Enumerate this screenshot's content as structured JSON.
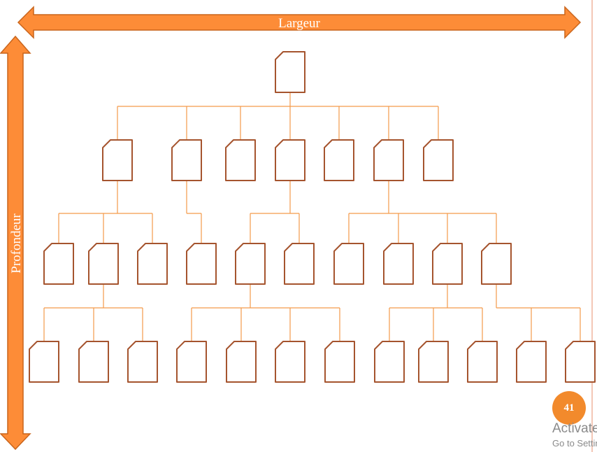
{
  "slide": {
    "width_label": "Largeur",
    "depth_label": "Profondeur",
    "page_number": "41"
  },
  "watermark": {
    "line1": "Activate",
    "line2": "Go to Settings"
  },
  "colors": {
    "accent": "#f28a2c",
    "arrow_fill": "#fd8c37",
    "arrow_stroke": "#c9651c",
    "connector": "#f39a4a",
    "document_stroke": "#a5542e",
    "rule": "#f3c7b6",
    "watermark": "#8a8a8a"
  },
  "diagram": {
    "type": "tree",
    "node_icon": "document-icon",
    "levels": [
      {
        "level": 0,
        "node_count": 1
      },
      {
        "level": 1,
        "node_count": 7
      },
      {
        "level": 2,
        "node_count": 10
      },
      {
        "level": 3,
        "node_count": 12
      }
    ],
    "children": {
      "root": 7,
      "level1": [
        3,
        1,
        0,
        2,
        0,
        4,
        0
      ],
      "level2": [
        0,
        3,
        0,
        0,
        4,
        0,
        0,
        0,
        3,
        2
      ]
    }
  }
}
